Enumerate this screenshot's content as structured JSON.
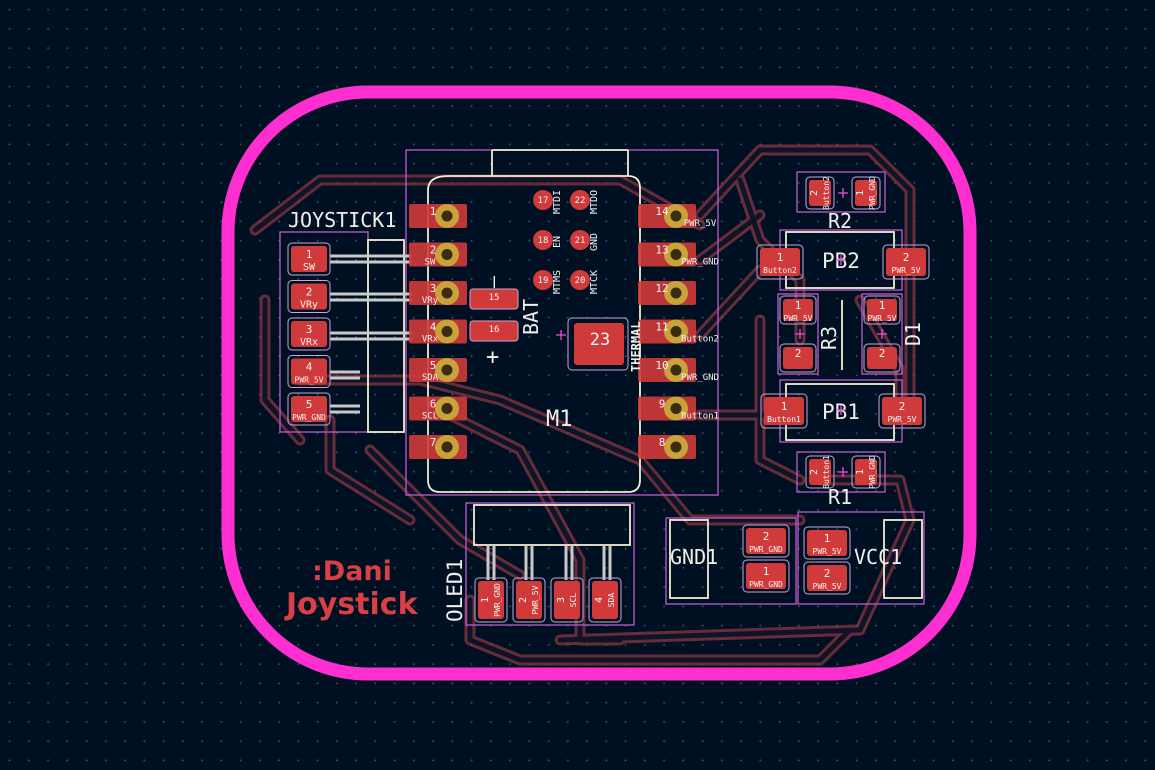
{
  "colors": {
    "background": "#001023",
    "grid_dot": "#3d4c63",
    "edge_cuts": "#ff2ed0",
    "fab_outline": "#bb5ccc",
    "silkscreen": "#f3ecd2",
    "pad_fill": "#d03a3a",
    "copper_track": "#9b3b45",
    "courtyard": "#c7a6d8",
    "hole_gold": "#c9a23a",
    "red_text": "#d93f44"
  },
  "refs": {
    "joystick": "JOYSTICK1",
    "module": "M1",
    "oled": "OLED1",
    "r1": "R1",
    "r2": "R2",
    "r3": "R3",
    "d1": "D1",
    "pb1": "PB1",
    "pb2": "PB2",
    "gnd": "GND1",
    "vcc": "VCC1",
    "bat": "BAT",
    "thermal": "THERMAL",
    "plus": "+",
    "minus": "—"
  },
  "board_text": {
    "line1": ":Dani",
    "line2": "Joystick"
  },
  "joystick_pads": [
    {
      "num": "1",
      "net": "SW"
    },
    {
      "num": "2",
      "net": "VRy"
    },
    {
      "num": "3",
      "net": "VRx"
    },
    {
      "num": "4",
      "net": "PWR_5V"
    },
    {
      "num": "5",
      "net": "PWR_GND"
    }
  ],
  "module_left_pins": [
    {
      "num": "1",
      "net": ""
    },
    {
      "num": "2",
      "net": "SW"
    },
    {
      "num": "3",
      "net": "VRy"
    },
    {
      "num": "4",
      "net": "VRx"
    },
    {
      "num": "5",
      "net": "SDA"
    },
    {
      "num": "6",
      "net": "SCL"
    },
    {
      "num": "7",
      "net": ""
    }
  ],
  "module_right_pins": [
    {
      "num": "14",
      "net": "PWR_5V"
    },
    {
      "num": "13",
      "net": "PWR_GND"
    },
    {
      "num": "12",
      "net": ""
    },
    {
      "num": "11",
      "net": "Button2"
    },
    {
      "num": "10",
      "net": "PWR_GND"
    },
    {
      "num": "9",
      "net": "Button1"
    },
    {
      "num": "8",
      "net": ""
    }
  ],
  "module_inner_pads": [
    {
      "num": "17",
      "label": "MTDI"
    },
    {
      "num": "22",
      "label": "MTDO"
    },
    {
      "num": "18",
      "label": "EN"
    },
    {
      "num": "21",
      "label": "GND"
    },
    {
      "num": "19",
      "label": "MTMS"
    },
    {
      "num": "20",
      "label": "MTCK"
    },
    {
      "num": "15",
      "label": ""
    },
    {
      "num": "16",
      "label": ""
    },
    {
      "num": "23",
      "label": ""
    }
  ],
  "oled_pads": [
    {
      "num": "1",
      "net": "PWR_GND"
    },
    {
      "num": "2",
      "net": "PWR_5V"
    },
    {
      "num": "3",
      "net": "SCL"
    },
    {
      "num": "4",
      "net": "SDA"
    }
  ],
  "r2_pads": [
    {
      "num": "2",
      "net": "Button2"
    },
    {
      "num": "1",
      "net": "PWR_GND"
    }
  ],
  "r1_pads": [
    {
      "num": "2",
      "net": "Button1"
    },
    {
      "num": "1",
      "net": "PWR_GND"
    }
  ],
  "r3_pads": [
    {
      "num": "1",
      "net": "PWR_5V"
    },
    {
      "num": "2",
      "net": ""
    }
  ],
  "d1_pads": [
    {
      "num": "1",
      "net": "PWR_5V"
    },
    {
      "num": "2",
      "net": ""
    }
  ],
  "pb2_pads": [
    {
      "num": "1",
      "net": "Button2"
    },
    {
      "num": "2",
      "net": "PWR_5V"
    }
  ],
  "pb1_pads": [
    {
      "num": "1",
      "net": "Button1"
    },
    {
      "num": "2",
      "net": "PWR_5V"
    }
  ],
  "gnd_pads": [
    {
      "num": "2",
      "net": "PWR_GND"
    },
    {
      "num": "1",
      "net": "PWR_GND"
    }
  ],
  "vcc_pads": [
    {
      "num": "1",
      "net": "PWR_5V"
    },
    {
      "num": "2",
      "net": "PWR_5V"
    }
  ]
}
